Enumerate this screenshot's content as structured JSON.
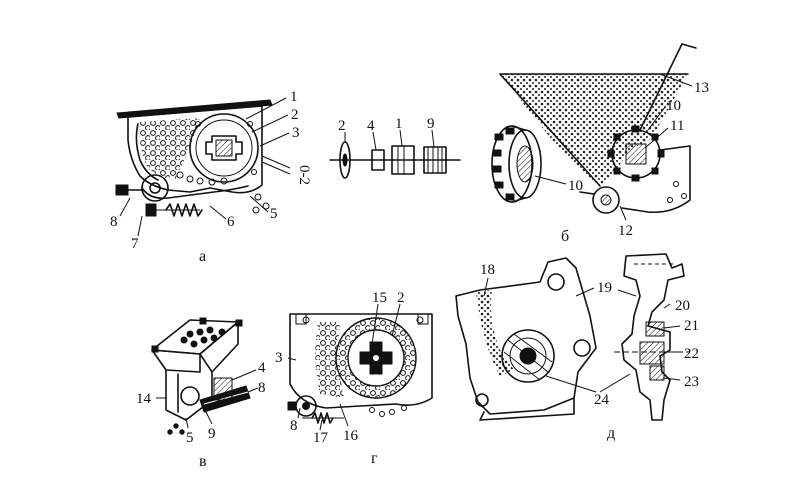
{
  "figure": {
    "labels": {
      "a": [
        "1",
        "2",
        "3",
        "0-2",
        "5",
        "6",
        "7",
        "8"
      ],
      "a_shaft": [
        "2",
        "4",
        "1",
        "9"
      ],
      "b": [
        "13",
        "10",
        "11",
        "10",
        "12"
      ],
      "v": [
        "4",
        "8",
        "14",
        "5",
        "9"
      ],
      "g": [
        "15",
        "2",
        "3",
        "8",
        "17",
        "16"
      ],
      "d": [
        "18",
        "19",
        "20",
        "21",
        "22",
        "23",
        "24"
      ]
    },
    "captions": {
      "a": "а",
      "b": "б",
      "v": "в",
      "g": "г",
      "d": "д"
    }
  }
}
